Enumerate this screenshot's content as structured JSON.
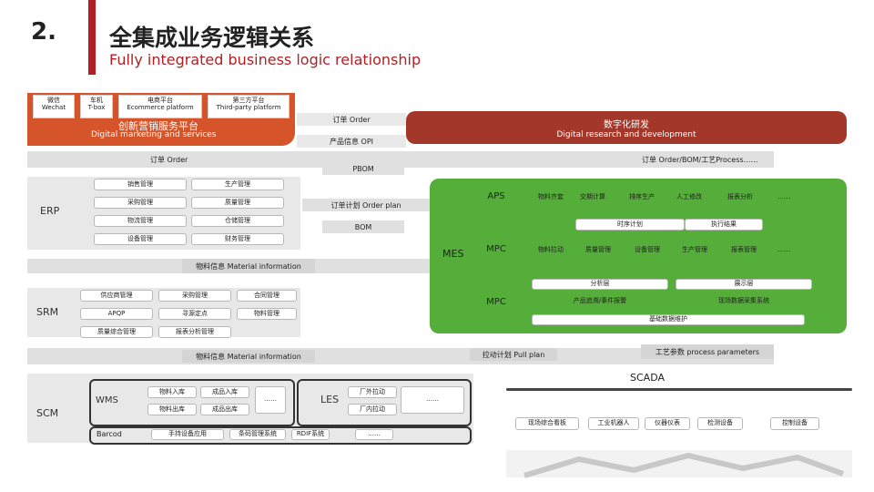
{
  "header": {
    "number": "2.",
    "title_zh": "全集成业务逻辑关系",
    "title_en": "Fully integrated business logic relationship"
  },
  "top": {
    "channels": [
      {
        "zh": "微信",
        "en": "Wechat"
      },
      {
        "zh": "车机",
        "en": "T-box"
      },
      {
        "zh": "电商平台",
        "en": "Ecommerce platform"
      },
      {
        "zh": "第三方平台",
        "en": "Third-party platform"
      }
    ],
    "dm_zh": "创新营销服务平台",
    "dm_en": "Digital marketing and services",
    "order_label": "订单 Order",
    "opi_label": "产品信息 OPI",
    "rd_zh": "数字化研发",
    "rd_en": "Digital research and development",
    "order_left": "订单 Order",
    "order_bom": "订单 Order/BOM/工艺Process……",
    "pbom": "PBOM"
  },
  "erp": {
    "label": "ERP",
    "cells": [
      "销售管理",
      "生产管理",
      "采购管理",
      "质量管理",
      "物流管理",
      "仓储管理",
      "设备管理",
      "财务管理"
    ],
    "order_plan": "订单计划 Order plan",
    "bom": "BOM",
    "material": "物料信息 Material information"
  },
  "mes": {
    "label": "MES",
    "aps": "APS",
    "aps_items": [
      "物料齐套",
      "交期计算",
      "排序生产",
      "人工修改",
      "报表分析",
      "……"
    ],
    "schedule": "时序计划",
    "exec": "执行结果",
    "mpc": "MPC",
    "mpc_items": [
      "物料拉动",
      "质量管理",
      "设备管理",
      "生产管理",
      "报表管理",
      "……"
    ],
    "analysis": "分析层",
    "display": "展示层",
    "mpc2": "MPC",
    "mpc2_left": "产品追溯/事件报警",
    "mpc2_right": "现场数据采集系统",
    "maintenance": "基础数据维护"
  },
  "srm": {
    "label": "SRM",
    "cells": [
      "供应商管理",
      "采购管理",
      "合同管理",
      "APQP",
      "寻源定点",
      "物料管理",
      "质量综合管理",
      "报表分析管理"
    ],
    "material": "物料信息 Material information",
    "pull": "拉动计划 Pull plan",
    "process": "工艺参数 process parameters"
  },
  "scm": {
    "label": "SCM",
    "wms": "WMS",
    "wms_cells": [
      "物料入库",
      "成品入库",
      "物料出库",
      "成品出库"
    ],
    "wms_more": "……",
    "les": "LES",
    "les_cells": [
      "厂外拉动",
      "厂内拉动"
    ],
    "les_more": "……",
    "barcode": "Barcod",
    "barcode_cells": [
      "手持设备应用",
      "条码管理系统",
      "RDIF系统"
    ],
    "barcode_more": "……"
  },
  "scada": {
    "label": "SCADA",
    "devices": [
      "现场综合看板",
      "工业机器人",
      "仪器仪表",
      "检测设备",
      "控制设备"
    ]
  },
  "colors": {
    "accent_red": "#b01f24",
    "orange": "#d5542a",
    "green": "#55ae3a",
    "dark_red": "#a3372a"
  }
}
